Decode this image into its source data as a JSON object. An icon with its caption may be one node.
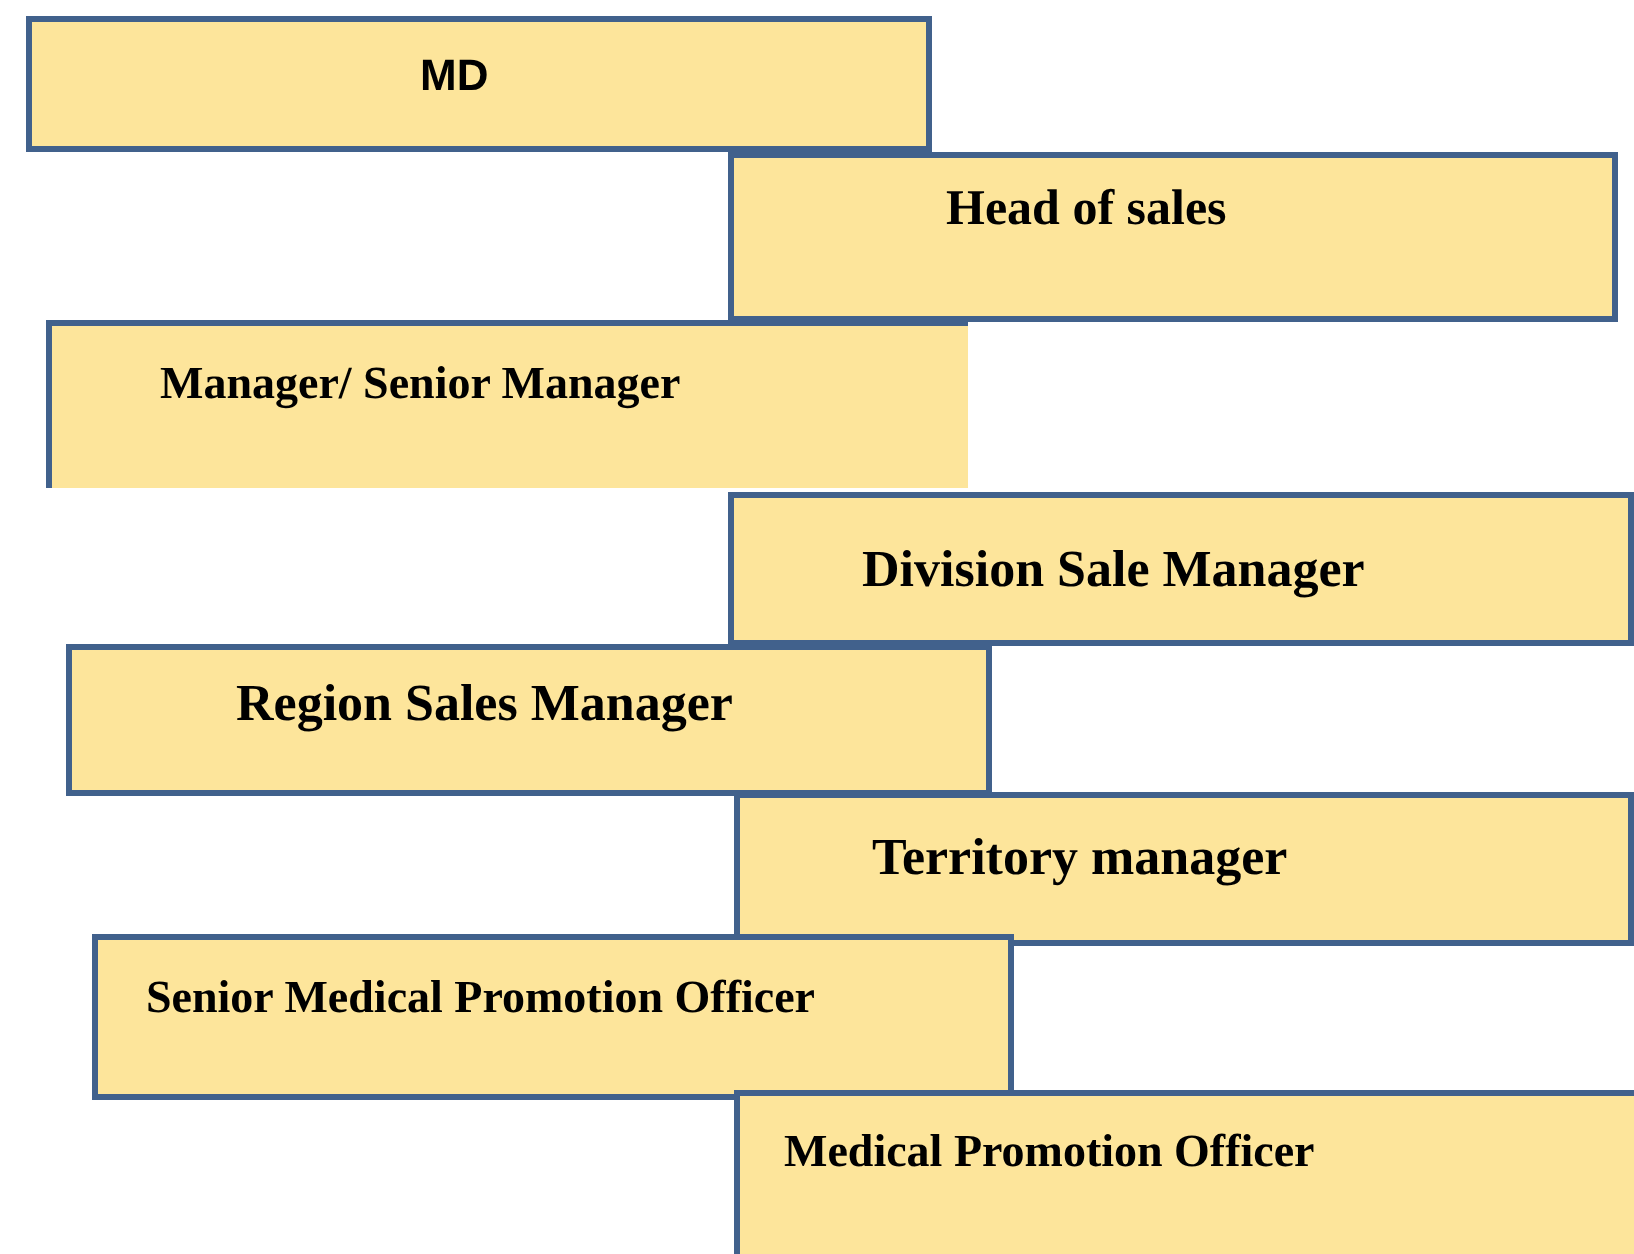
{
  "diagram": {
    "nodes": [
      {
        "text": [
          "MD"
        ]
      },
      {
        "text": [
          "Head of sales"
        ]
      },
      {
        "text": [
          "Manager/ Senior Manager"
        ]
      },
      {
        "text": [
          "Division Sale Manager"
        ]
      },
      {
        "text": [
          "Region Sales Manager"
        ]
      },
      {
        "text": [
          "Territory manager"
        ]
      },
      {
        "text": [
          "Senior Medical Promotion Officer"
        ]
      },
      {
        "text": [
          "Medical Promotion Officer"
        ]
      }
    ]
  }
}
